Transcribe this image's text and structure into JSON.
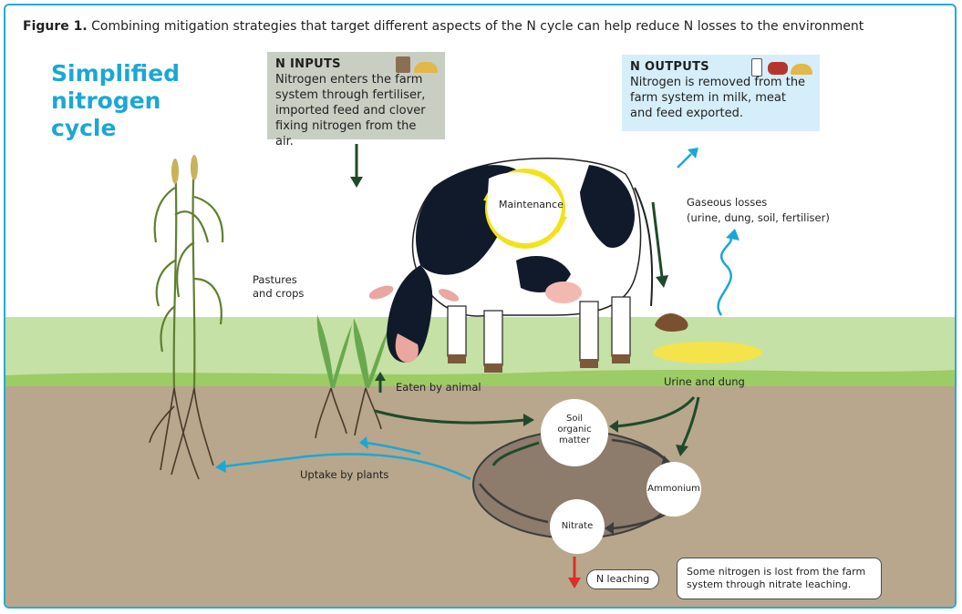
{
  "figure": {
    "caption_bold": "Figure 1.",
    "caption_text": "Combining mitigation strategies that target different aspects of the N cycle can help reduce N losses to the environment"
  },
  "title": {
    "line1": "Simplified",
    "line2": "nitrogen",
    "line3": "cycle"
  },
  "inputs": {
    "heading": "N INPUTS",
    "body": "Nitrogen enters the farm system through fertiliser, imported feed and clover fixing nitrogen from the air."
  },
  "outputs": {
    "heading": "N OUTPUTS",
    "body": "Nitrogen is removed from the farm system in milk, meat and feed exported."
  },
  "labels": {
    "maintenance": "Maintenance",
    "gaseous_losses_line1": "Gaseous losses",
    "gaseous_losses_line2": "(urine, dung, soil, fertiliser)",
    "pastures_line1": "Pastures",
    "pastures_line2": "and crops",
    "eaten": "Eaten by animal",
    "urine_dung": "Urine and dung",
    "uptake": "Uptake by plants",
    "soil_om_line1": "Soil",
    "soil_om_line2": "organic",
    "soil_om_line3": "matter",
    "ammonium": "Ammonium",
    "nitrate": "Nitrate",
    "n_leaching": "N leaching",
    "leaching_note": "Some nitrogen is lost from the farm system through nitrate leaching."
  },
  "colors": {
    "accent_blue": "#1ba7d6",
    "dark_green_arrow": "#1f4a2a",
    "red_arrow": "#d9302a",
    "grass": "#a9d67f",
    "soil": "#b5a488",
    "pool": "#8c7a6a",
    "maintenance_ring": "#f2e21a"
  },
  "icons": [
    "fertiliser-bag-icon",
    "feed-pile-icon",
    "milk-bottle-icon",
    "meat-icon",
    "feed-pile-icon"
  ]
}
